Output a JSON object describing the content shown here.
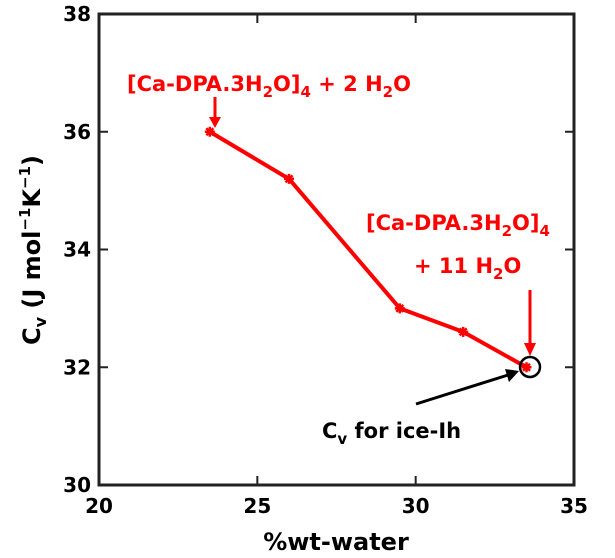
{
  "chart_data": {
    "type": "line",
    "title": "",
    "xlabel": "%wt-water",
    "ylabel": {
      "base": "C",
      "sub": "v",
      "open": " (J mol",
      "exp1": "−1",
      "mid": "K",
      "exp2": "−1",
      "close": ")"
    },
    "xlim": [
      20,
      35
    ],
    "ylim": [
      30,
      38
    ],
    "xticks": [
      20,
      25,
      30,
      35
    ],
    "yticks": [
      30,
      32,
      34,
      36,
      38
    ],
    "grid": false,
    "series": [
      {
        "color": "#ff0000",
        "marker": "asterisk",
        "x": [
          23.5,
          26.0,
          29.5,
          31.5,
          33.5
        ],
        "y": [
          36.0,
          35.2,
          33.0,
          32.6,
          32.0
        ]
      }
    ],
    "annotations": {
      "top_left": {
        "bracket_open": "[Ca-DPA.3H",
        "sub_2": "2",
        "bracket_close": "O]",
        "sub_4": "4",
        "plus": " + 2 H",
        "sub_h2o": "2",
        "tail": "O"
      },
      "right_line1": {
        "bracket_open": "[Ca-DPA.3H",
        "sub_2": "2",
        "bracket_close": "O]",
        "sub_4": "4"
      },
      "right_line2": "+ 11 H",
      "right_line2_sub": "2",
      "right_line2_tail": "O",
      "ice": {
        "base": "C",
        "sub": "v",
        "tail": " for ice-Ih"
      }
    },
    "colors": {
      "series": "#ff0000",
      "annotation": "#ff0000",
      "axes": "#000000"
    }
  }
}
